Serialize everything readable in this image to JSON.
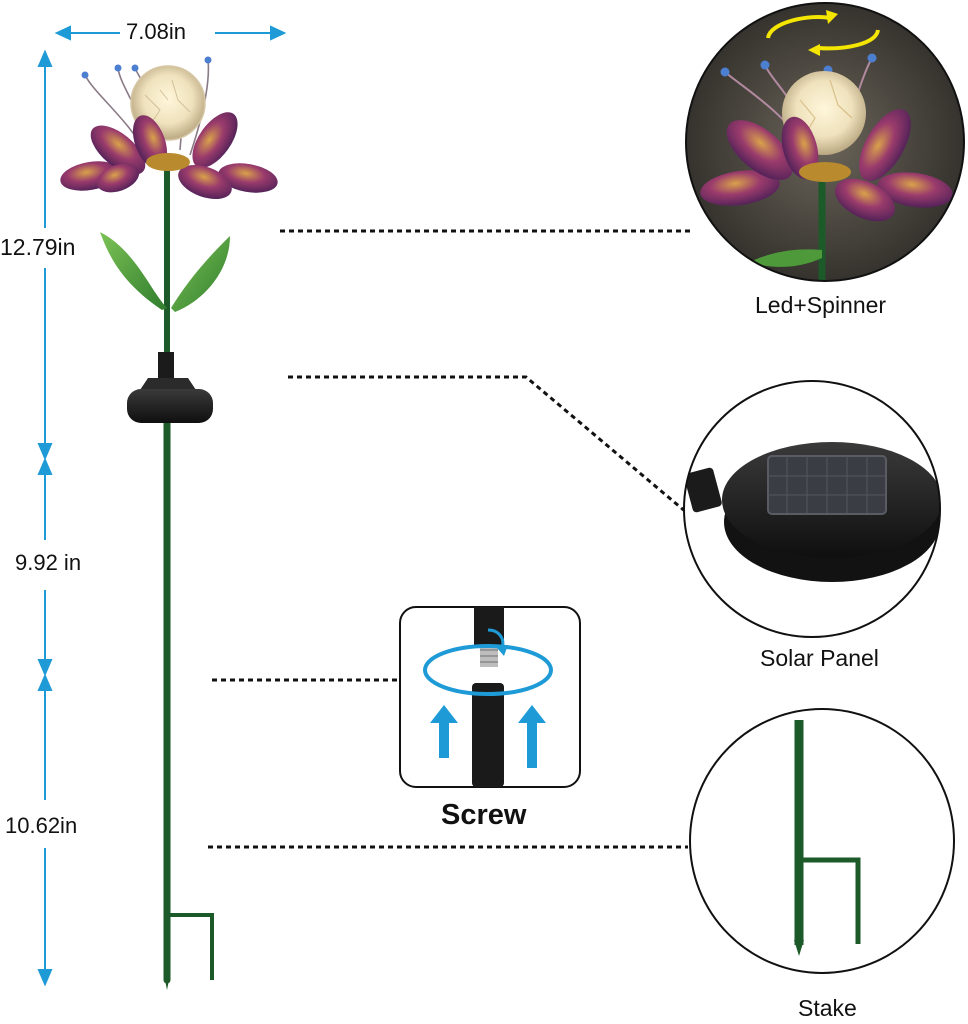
{
  "dimensions": {
    "width": "7.08in",
    "top_height": "12.79in",
    "mid_height": "9.92 in",
    "bottom_height": "10.62in"
  },
  "callouts": {
    "led_spinner": "Led+Spinner",
    "solar_panel": "Solar Panel",
    "screw": "Screw",
    "stake": "Stake"
  },
  "colors": {
    "dimension_arrow": "#1e9ad6",
    "stem_green": "#1d5a2a",
    "petal_purple": "#6a2a6a",
    "petal_gold": "#c48a2a",
    "leaf_green": "#3f9a3a",
    "panel_black": "#1b1b1b"
  }
}
